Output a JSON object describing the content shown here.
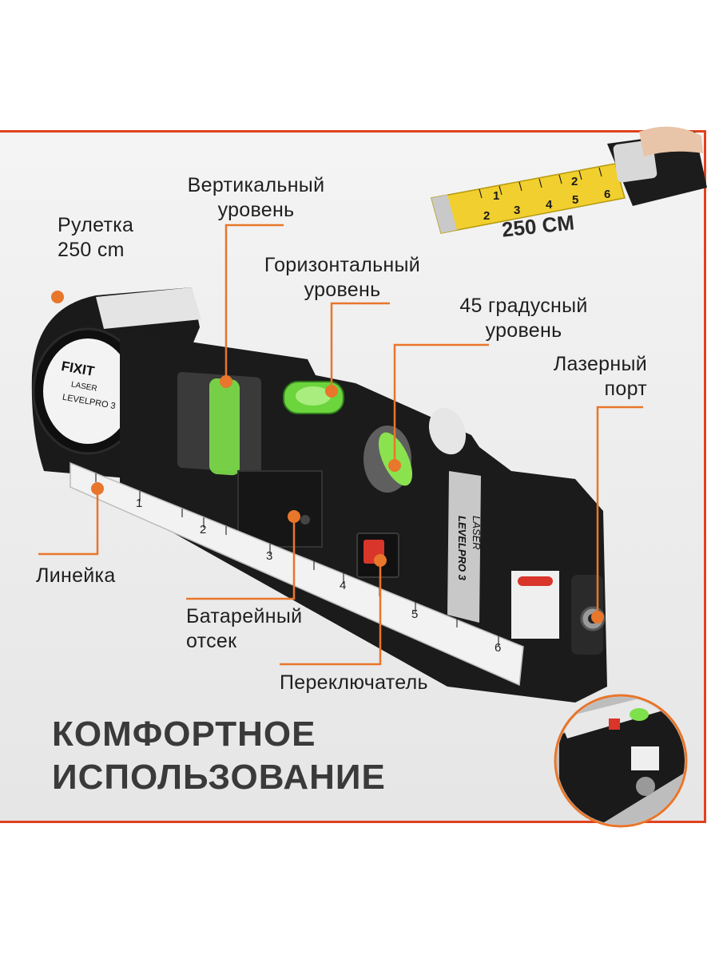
{
  "labels": {
    "tape_measure": [
      "Рулетка",
      "250 cm"
    ],
    "vertical_level": [
      "Вертикальный",
      "уровень"
    ],
    "horizontal_level": [
      "Горизонтальный",
      "уровень"
    ],
    "degree45_level": [
      "45 градусный",
      "уровень"
    ],
    "laser_port": [
      "Лазерный",
      "порт"
    ],
    "ruler": "Линейка",
    "battery": [
      "Батарейный",
      "отсек"
    ],
    "switch": "Переключатель"
  },
  "tape_caption": "250 CM",
  "headline": [
    "КОМФОРТНОЕ",
    "ИСПОЛЬЗОВАНИЕ"
  ],
  "device_text": {
    "brand": "FIXIT",
    "laser": "LASER",
    "model": "LEVELPRO 3",
    "side_laser": "LASER",
    "side_model": "LEVELPRO 3",
    "ruler_numbers": [
      "1",
      "2",
      "3",
      "4",
      "5",
      "6"
    ],
    "tape_numbers": [
      "1",
      "2",
      "3",
      "4",
      "5",
      "6"
    ]
  },
  "colors": {
    "accent": "#e8762b",
    "frame": "#e0421e",
    "body": "#1b1b1b",
    "bubble": "#7ee04a",
    "tape": "#f1cf2e"
  }
}
